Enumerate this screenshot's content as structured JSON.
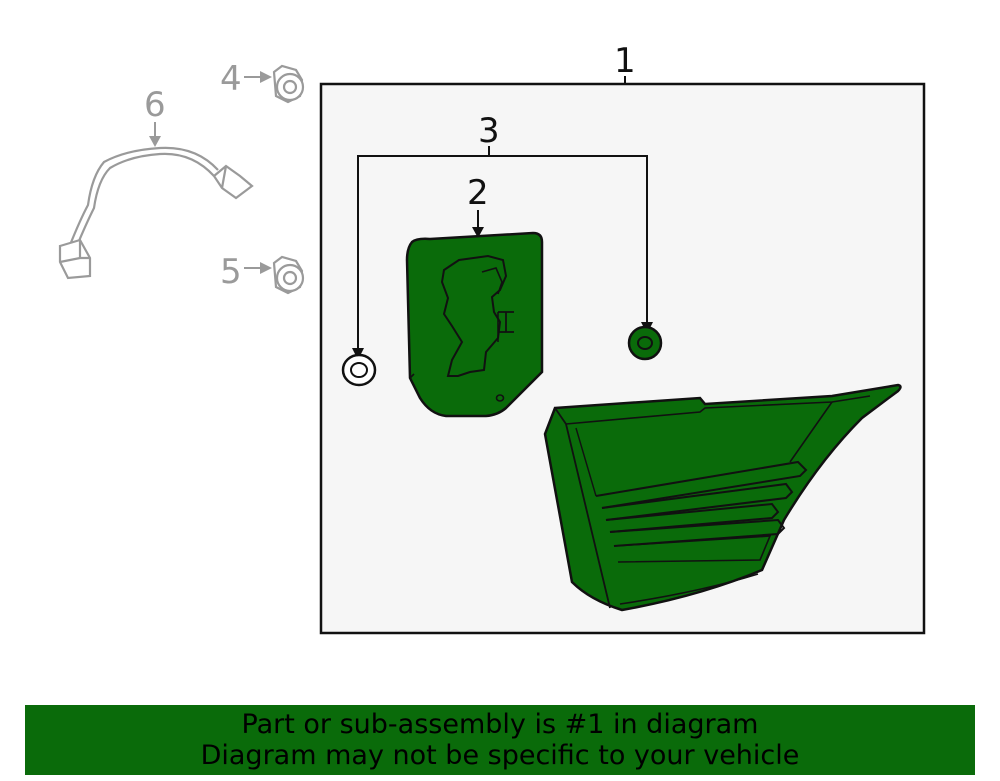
{
  "colors": {
    "highlight_fill": "#0a6b0a",
    "outline": "#111111",
    "muted": "#9a9a9a",
    "panel_fill": "#f6f6f6",
    "banner_bg": "#0a6b0a",
    "banner_text": "#000000"
  },
  "callouts": {
    "c1": "1",
    "c2": "2",
    "c3": "3",
    "c4": "4",
    "c5": "5",
    "c6": "6"
  },
  "banner": {
    "line1": "Part or sub-assembly is #1 in diagram",
    "line2": "Diagram may not be specific to your vehicle"
  }
}
